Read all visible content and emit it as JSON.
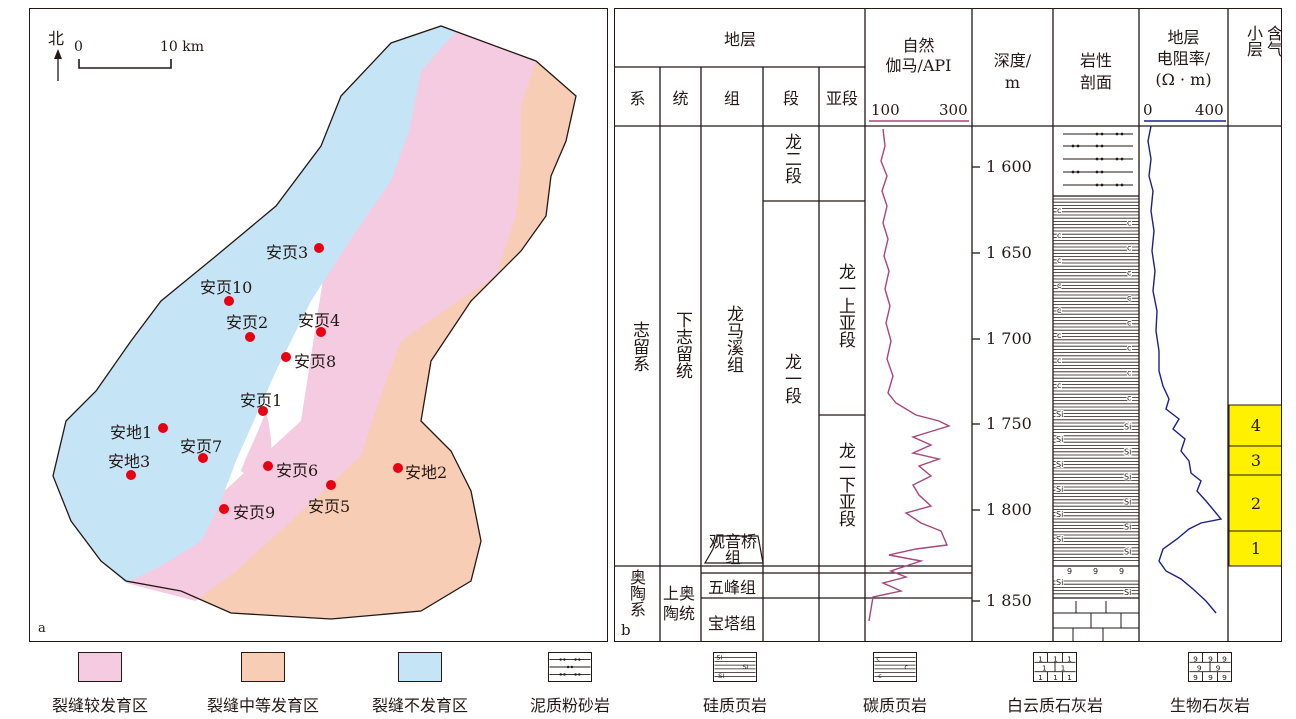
{
  "map": {
    "north_label": "北",
    "scale_zero": "0",
    "scale_ten": "10 km",
    "panel_letter": "a",
    "colors": {
      "relatively_developed": "#f4cbe0",
      "moderately_developed": "#f7cdb5",
      "undeveloped": "#c5e5f6",
      "well_dot": "#e60012"
    },
    "wells": [
      {
        "id": "anye3",
        "label": "安页3"
      },
      {
        "id": "anye10",
        "label": "安页10"
      },
      {
        "id": "anye2",
        "label": "安页2"
      },
      {
        "id": "anye4",
        "label": "安页4"
      },
      {
        "id": "anye8",
        "label": "安页8"
      },
      {
        "id": "anye1",
        "label": "安页1"
      },
      {
        "id": "andi1",
        "label": "安地1"
      },
      {
        "id": "anye7",
        "label": "安页7"
      },
      {
        "id": "andi3",
        "label": "安地3"
      },
      {
        "id": "anye6",
        "label": "安页6"
      },
      {
        "id": "andi2",
        "label": "安地2"
      },
      {
        "id": "anye5",
        "label": "安页5"
      },
      {
        "id": "anye9",
        "label": "安页9"
      }
    ]
  },
  "column": {
    "panel_letter": "b",
    "strata_header": "地层",
    "headers": {
      "system": "系",
      "series": "统",
      "formation": "组",
      "member": "段",
      "submember": "亚段"
    },
    "gamma": {
      "title": "自然\n伽马/API",
      "min_label": "100",
      "max_label": "300",
      "color": "#a7457d"
    },
    "depth": {
      "title": "深度/\nm",
      "ticks": [
        "1 600",
        "1 650",
        "1 700",
        "1 750",
        "1 800",
        "1 850"
      ]
    },
    "lithology_title": "岩性\n剖面",
    "resistivity": {
      "title": "地层\n电阻率/\n(Ω · m)",
      "min_label": "0",
      "max_label": "400",
      "color": "#1d2088"
    },
    "gas_title": "含气\n小层",
    "gas_layers": [
      "4",
      "3",
      "2",
      "1"
    ],
    "gas_color": "#fff100",
    "system_silurian": "志留系",
    "system_ordovician": "奥陶系",
    "series_lower_silurian": "下志留统",
    "series_upper_ordovician": "上奥陶统",
    "formation_longmaxi": "龙马溪组",
    "formation_guanyinqiao": "观音桥组",
    "formation_wufeng": "五峰组",
    "formation_baota": "宝塔组",
    "member_long2": "龙二段",
    "member_long1": "龙一段",
    "submember_upper": "龙一上亚段",
    "submember_lower": "龙一下亚段"
  },
  "legend": [
    {
      "id": "relatively-developed",
      "label": "裂缝较发育区",
      "color": "#f4cbe0"
    },
    {
      "id": "moderately-developed",
      "label": "裂缝中等发育区",
      "color": "#f7cdb5"
    },
    {
      "id": "undeveloped",
      "label": "裂缝不发育区",
      "color": "#c5e5f6"
    },
    {
      "id": "muddy-siltstone",
      "label": "泥质粉砂岩"
    },
    {
      "id": "siliceous-shale",
      "label": "硅质页岩"
    },
    {
      "id": "carbonaceous-shale",
      "label": "碳质页岩"
    },
    {
      "id": "dolomitic-limestone",
      "label": "白云质石灰岩"
    },
    {
      "id": "bioclastic-limestone",
      "label": "生物石灰岩"
    }
  ]
}
